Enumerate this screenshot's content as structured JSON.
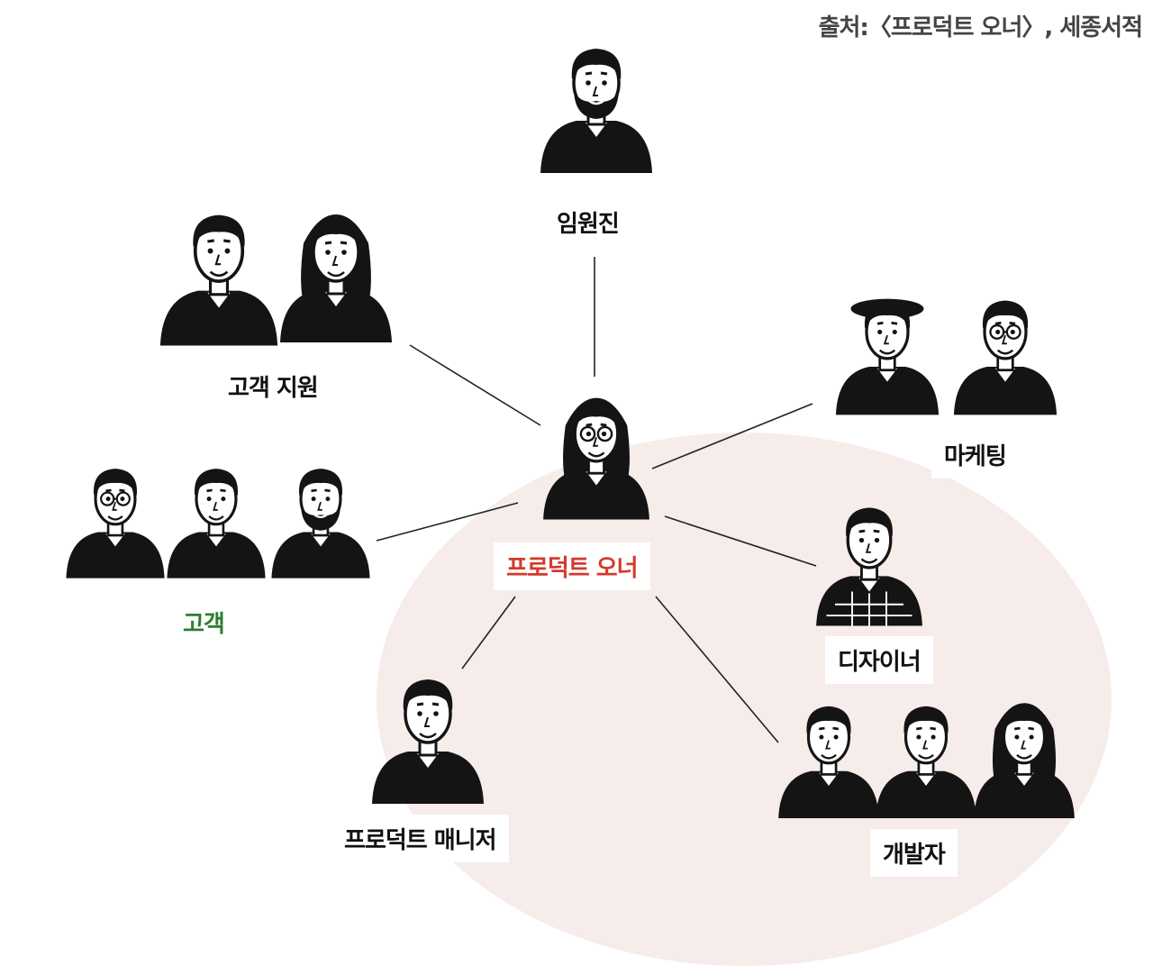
{
  "source": "출처:〈프로덕트 오너〉, 세종서적",
  "center": {
    "label": "프로덕트 오너",
    "color": "#d33a2c"
  },
  "highlight_color": "#f6ecea",
  "nodes": {
    "executives": {
      "label": "임원진"
    },
    "customer_support": {
      "label": "고객 지원"
    },
    "customers": {
      "label": "고객",
      "color": "#2f7d32"
    },
    "marketing": {
      "label": "마케팅"
    },
    "designer": {
      "label": "디자이너"
    },
    "product_manager": {
      "label": "프로덕트 매니저"
    },
    "developers": {
      "label": "개발자"
    }
  }
}
